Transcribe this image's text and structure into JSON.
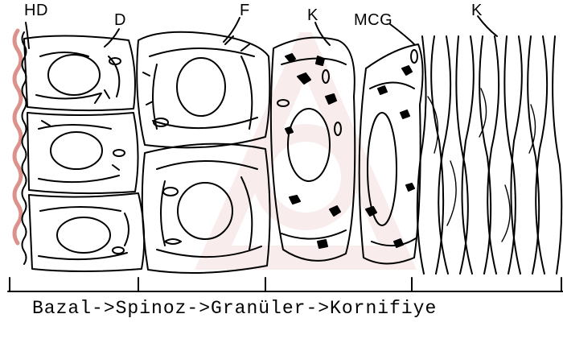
{
  "labels": {
    "hd": "HD",
    "d": "D",
    "f": "F",
    "k_top": "K",
    "mcg": "MCG",
    "k_right": "K"
  },
  "stage_caption": "Bazal->Spinoz->Granüler->Kornifiye",
  "colors": {
    "ink": "#000000",
    "watermark": "#b00000",
    "background": "#ffffff"
  }
}
